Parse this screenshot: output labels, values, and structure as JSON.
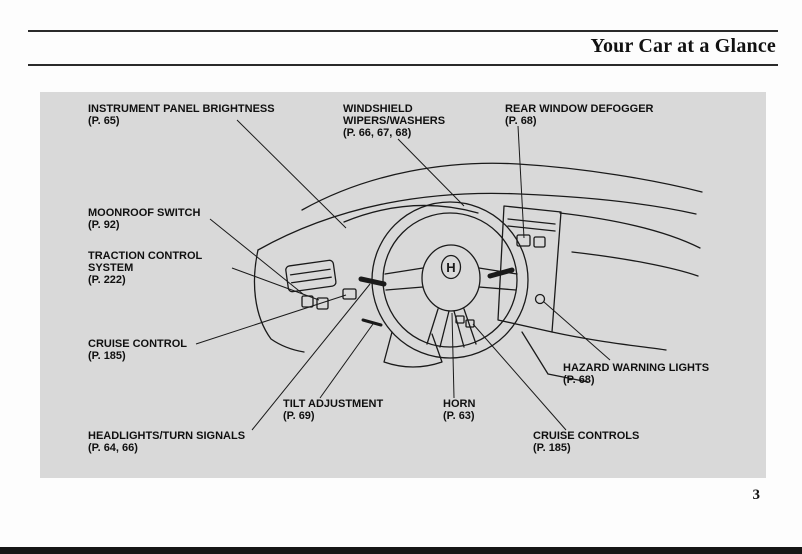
{
  "header": {
    "title": "Your Car at a Glance"
  },
  "page_number": "3",
  "diagram": {
    "wheel_badge": "H",
    "callouts": [
      {
        "id": "instrument-panel-brightness",
        "title": "INSTRUMENT PANEL BRIGHTNESS",
        "page": "(P. 65)"
      },
      {
        "id": "windshield-wipers-washers",
        "title": "WINDSHIELD\nWIPERS/WASHERS",
        "page": "(P. 66, 67, 68)"
      },
      {
        "id": "rear-window-defogger",
        "title": "REAR WINDOW DEFOGGER",
        "page": "(P. 68)"
      },
      {
        "id": "moonroof-switch",
        "title": "MOONROOF SWITCH",
        "page": "(P. 92)"
      },
      {
        "id": "traction-control-system",
        "title": "TRACTION CONTROL\nSYSTEM",
        "page": "(P. 222)"
      },
      {
        "id": "cruise-control",
        "title": "CRUISE CONTROL",
        "page": "(P. 185)"
      },
      {
        "id": "headlights-turn-signals",
        "title": "HEADLIGHTS/TURN SIGNALS",
        "page": "(P. 64, 66)"
      },
      {
        "id": "tilt-adjustment",
        "title": "TILT ADJUSTMENT",
        "page": "(P. 69)"
      },
      {
        "id": "horn",
        "title": "HORN",
        "page": "(P. 63)"
      },
      {
        "id": "hazard-warning-lights",
        "title": "HAZARD WARNING LIGHTS",
        "page": "(P. 68)"
      },
      {
        "id": "cruise-controls",
        "title": "CRUISE CONTROLS",
        "page": "(P. 185)"
      }
    ]
  },
  "colors": {
    "panel_bg": "#d9d9d9",
    "line": "#1a1a1a",
    "footer_bar": "#161616"
  }
}
